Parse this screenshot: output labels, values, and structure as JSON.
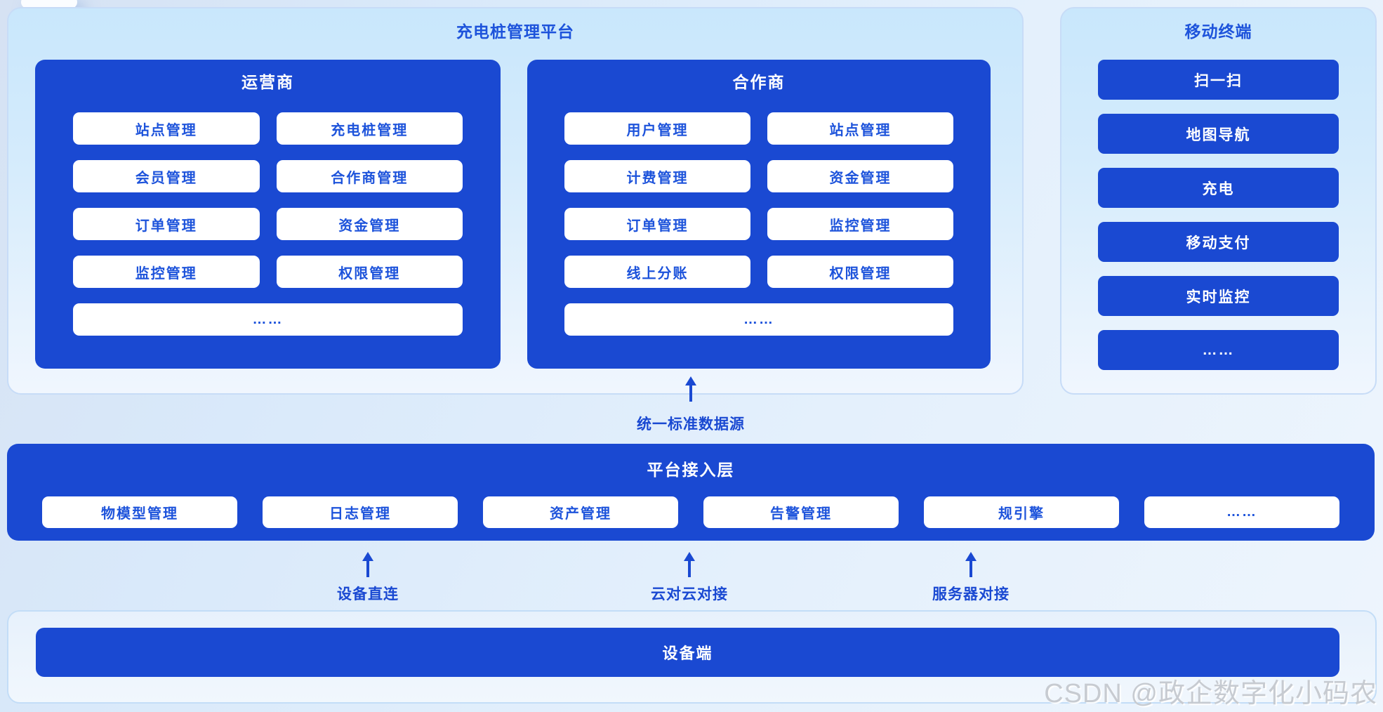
{
  "colors": {
    "primary_blue": "#1a49d2",
    "accent_text_blue": "#1d53db",
    "panel_border": "#c7dcf7",
    "panel_fill_top": "#c9e7fc",
    "panel_fill_bottom": "#f0f6fe",
    "watermark_gray": "#c4c8cf"
  },
  "platform": {
    "title": "充电桩管理平台",
    "operator": {
      "title": "运营商",
      "items": [
        "站点管理",
        "充电桩管理",
        "会员管理",
        "合作商管理",
        "订单管理",
        "资金管理",
        "监控管理",
        "权限管理",
        "……"
      ]
    },
    "partner": {
      "title": "合作商",
      "items": [
        "用户管理",
        "站点管理",
        "计费管理",
        "资金管理",
        "订单管理",
        "监控管理",
        "线上分账",
        "权限管理",
        "……"
      ]
    }
  },
  "mobile": {
    "title": "移动终端",
    "items": [
      "扫一扫",
      "地图导航",
      "充电",
      "移动支付",
      "实时监控",
      "……"
    ]
  },
  "middle": {
    "data_source_label": "统一标准数据源"
  },
  "access_layer": {
    "title": "平台接入层",
    "items": [
      "物模型管理",
      "日志管理",
      "资产管理",
      "告警管理",
      "规引擎",
      "……"
    ]
  },
  "connections": {
    "labels": [
      "设备直连",
      "云对云对接",
      "服务器对接"
    ]
  },
  "device": {
    "title": "设备端"
  },
  "watermark": "CSDN @政企数字化小码农"
}
